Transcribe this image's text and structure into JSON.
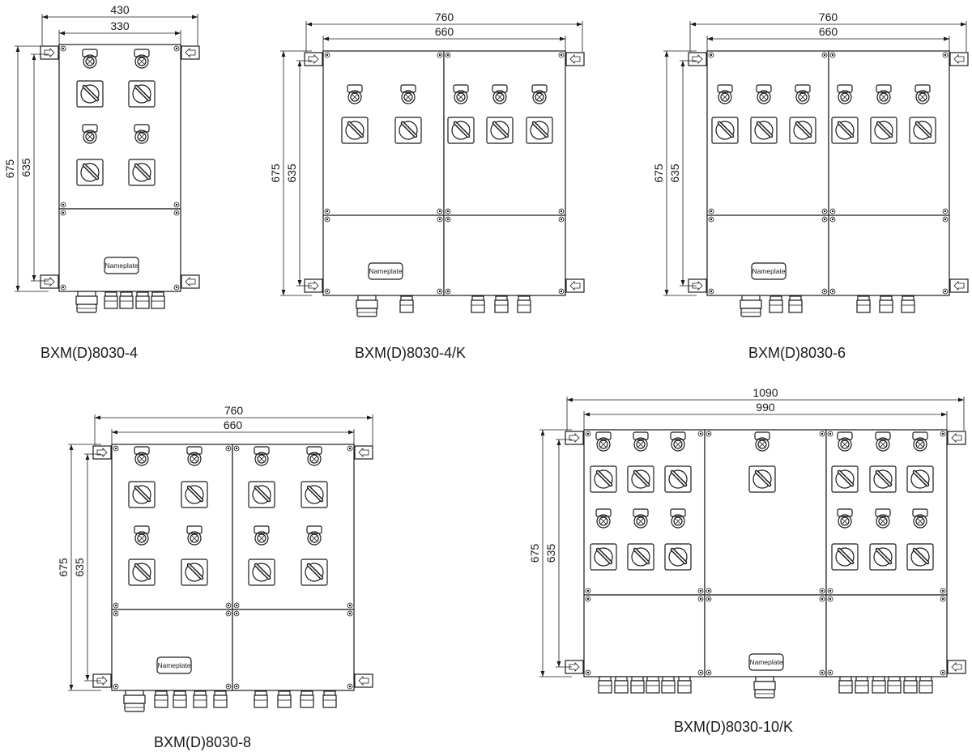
{
  "nameplate_label": "Nameplate",
  "enclosures": [
    {
      "model": "BXM(D)8030-4",
      "dims": {
        "overall_width": "430",
        "mount_width": "330",
        "overall_height": "675",
        "mount_height": "635"
      }
    },
    {
      "model": "BXM(D)8030-4/K",
      "dims": {
        "overall_width": "760",
        "mount_width": "660",
        "overall_height": "675",
        "mount_height": "635"
      }
    },
    {
      "model": "BXM(D)8030-6",
      "dims": {
        "overall_width": "760",
        "mount_width": "660",
        "overall_height": "675",
        "mount_height": "635"
      }
    },
    {
      "model": "BXM(D)8030-8",
      "dims": {
        "overall_width": "760",
        "mount_width": "660",
        "overall_height": "675",
        "mount_height": "635"
      }
    },
    {
      "model": "BXM(D)8030-10/K",
      "dims": {
        "overall_width": "1090",
        "mount_width": "990",
        "overall_height": "675",
        "mount_height": "635"
      }
    }
  ],
  "icons": {
    "indicator": "indicator-lamp-icon",
    "switch": "rotary-switch-icon",
    "gland": "cable-gland-icon",
    "mount": "mounting-ear-icon",
    "bolt": "cover-bolt-icon"
  }
}
